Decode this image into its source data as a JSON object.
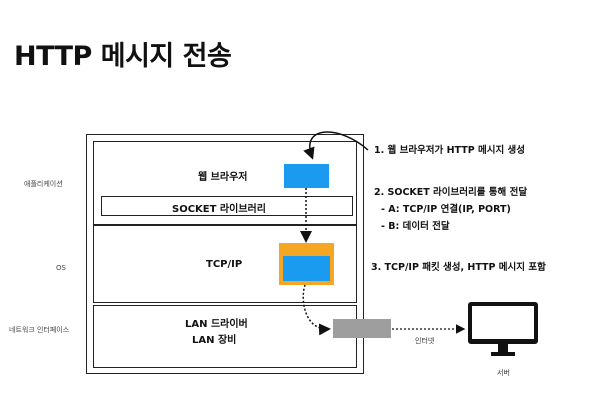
{
  "title": "HTTP 메시지 전송",
  "layers": {
    "application": "애플리케이션",
    "os": "OS",
    "network_interface": "네트워크 인터페이스"
  },
  "boxes": {
    "browser": "웹 브라우저",
    "socket_library": "SOCKET 라이브러리",
    "tcpip": "TCP/IP",
    "lan_driver": "LAN 드라이버",
    "lan_device": "LAN 장비"
  },
  "notes": {
    "step1": "1. 웹 브라우저가 HTTP 메시지 생성",
    "step2": "2. SOCKET 라이브러리를 통해 전달",
    "step2a": "- A: TCP/IP 연결(IP, PORT)",
    "step2b": "- B: 데이터 전달",
    "step3": "3. TCP/IP 패킷 생성, HTTP 메시지 포함"
  },
  "internet_label": "인터넷",
  "server_label": "서버",
  "colors": {
    "message_blue": "#1a9bf0",
    "packet_orange": "#f5a623",
    "lan_gray": "#9e9e9e"
  }
}
